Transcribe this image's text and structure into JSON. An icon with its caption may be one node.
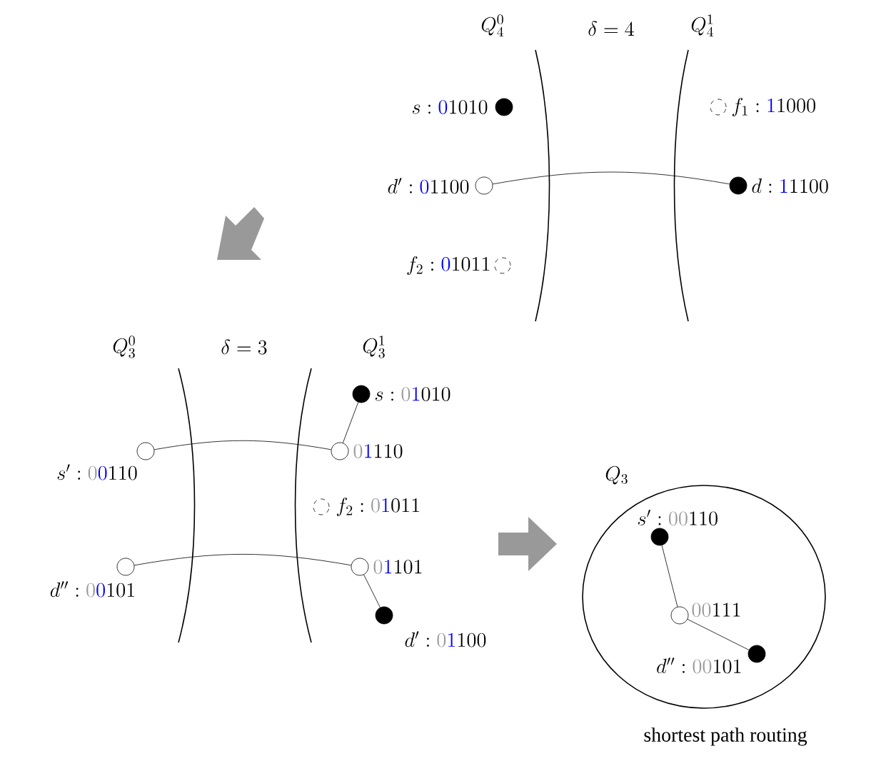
{
  "diagram": {
    "nodes": [
      {
        "text": [],
        "shape": "dot",
        "beside": [
          "s : \\textcolor{blue}{0}1010"
        ]
      },
      {
        "text": [],
        "shape": "dashed",
        "beside": [
          "f_1 : \\textcolor{blue}{1}1000"
        ]
      },
      {
        "text": [],
        "shape": "circle",
        "beside": [
          "d' : \\textcolor{blue}{0}1100"
        ]
      },
      {
        "text": [],
        "shape": "dot",
        "beside": [
          "d : \\textcolor{blue}{1}1100"
        ]
      },
      {
        "text": [],
        "shape": "dashed",
        "beside": [
          "f_2 : \\textcolor{blue}{0}1011"
        ]
      },
      {
        "text": [],
        "shape": "dot",
        "beside": [
          "s : \\textcolor[HTML]{999999}{0}\\textcolor{blue}{1}010"
        ]
      },
      {
        "text": [],
        "shape": "circle",
        "beside": [
          "s' : \\textcolor[HTML]{999999}{0}\\textcolor{blue}{0}110"
        ]
      },
      {
        "text": [],
        "shape": "circle",
        "beside": [
          "\\textcolor[HTML]{999999}{0}\\textcolor{blue}{1}110"
        ]
      },
      {
        "text": [],
        "shape": "dashed",
        "beside": [
          "f_2 : \\textcolor[HTML]{999999}{0}\\textcolor{blue}{1}011"
        ]
      },
      {
        "text": [],
        "shape": "circle",
        "beside": [
          "d'' : \\textcolor[HTML]{999999}{0}\\textcolor{blue}{0}101"
        ]
      },
      {
        "text": [],
        "shape": "circle",
        "beside": [
          "\\textcolor[HTML]{999999}{0}\\textcolor{blue}{1}101"
        ]
      },
      {
        "text": [],
        "shape": "dot",
        "beside": [
          "d' : \\textcolor[HTML]{999999}{0}\\textcolor{blue}{1}100"
        ]
      },
      {
        "text": [
          "Q_3"
        ]
      },
      {
        "text": [],
        "shape": "dot",
        "in": 12,
        "beside": [
          "s' : \\textcolor[HTML]{999999}{00}110"
        ]
      },
      {
        "text": [],
        "shape": "circle",
        "in": 12,
        "beside": [
          "\\textcolor[HTML]{999999}{00}111"
        ]
      },
      {
        "text": [],
        "shape": "dot",
        "in": 12,
        "beside": [
          "d'' : \\textcolor[HTML]{999999}{00}101"
        ]
      }
    ],
    "edges": [
      {
        "from": 2,
        "to": 3,
        "arrow": "none"
      },
      {
        "from": 5,
        "to": 7,
        "arrow": "none"
      },
      {
        "from": 6,
        "to": 7,
        "arrow": "none"
      },
      {
        "from": 9,
        "to": 10,
        "arrow": "none"
      },
      {
        "from": 10,
        "to": 11,
        "arrow": "none"
      },
      {
        "from": 13,
        "to": 14,
        "arrow": "none"
      },
      {
        "from": 14,
        "to": 15,
        "arrow": "none"
      }
    ],
    "caption": "shortest path routing",
    "labels": [
      "Q_4^0",
      "\\delta = 4",
      "Q_4^1",
      "Q_3^0",
      "\\delta = 3",
      "Q_3^1"
    ]
  }
}
